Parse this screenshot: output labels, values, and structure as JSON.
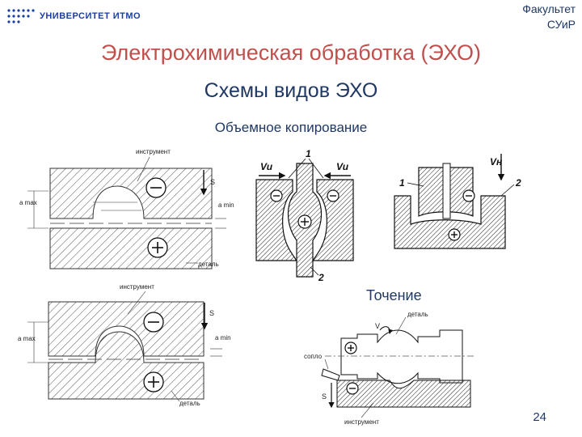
{
  "header": {
    "logo_text": "УНИВЕРСИТЕТ ИТМО",
    "faculty_line1": "Факультет",
    "faculty_line2": "СУиР"
  },
  "title": "Электрохимическая обработка (ЭХО)",
  "subtitle": "Схемы видов ЭХО",
  "section_heading": "Объемное копирование",
  "turning_heading": "Точение",
  "page_number": "24",
  "fig1": {
    "instrument": "инструмент",
    "part": "деталь",
    "s": "S",
    "a_max": "a max",
    "a_min": "a min"
  },
  "fig2": {
    "instrument": "инструмент",
    "part": "деталь",
    "s": "S",
    "a_max": "a max",
    "a_min": "a min"
  },
  "fig3": {
    "label_1": "1",
    "label_2": "2",
    "vu_left": "Vu",
    "vu_right": "Vu"
  },
  "fig4": {
    "label_1": "1",
    "label_2": "2",
    "vh": "Vн"
  },
  "fig5": {
    "part": "деталь",
    "nozzle": "сопло",
    "instrument": "инструмент",
    "v": "V",
    "s": "S"
  },
  "colors": {
    "title": "#c0504d",
    "text": "#1f3864",
    "logo": "#1a3fa0"
  }
}
